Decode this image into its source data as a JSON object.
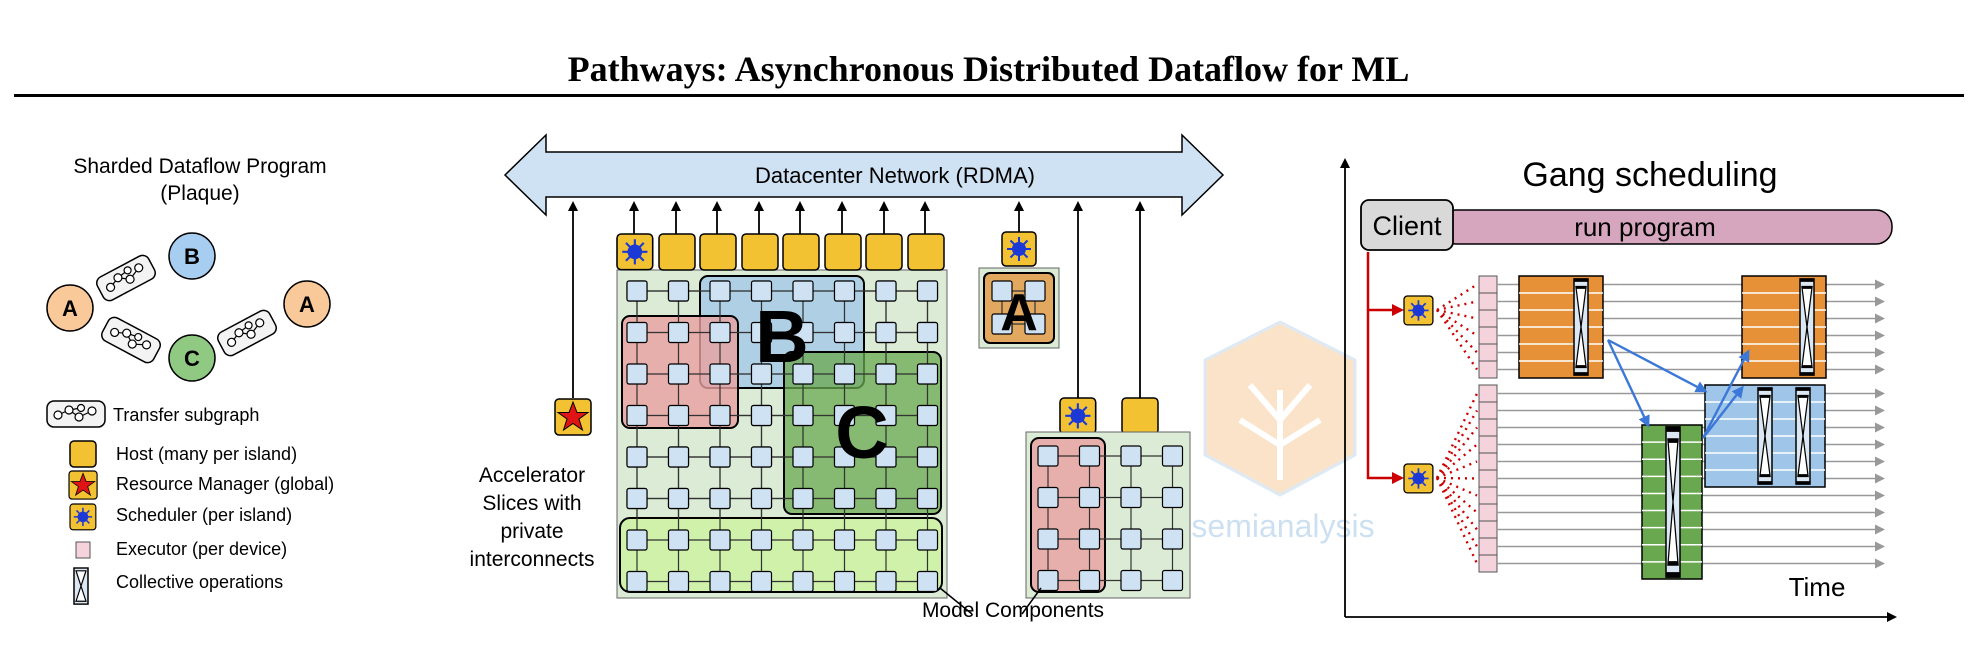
{
  "title": "Pathways: Asynchronous Distributed Dataflow for ML",
  "left_panel": {
    "heading_line1": "Sharded Dataflow Program",
    "heading_line2": "(Plaque)",
    "nodes": [
      "A",
      "B",
      "C",
      "A"
    ],
    "legend": [
      {
        "icon": "transfer-subgraph-icon",
        "label": "Transfer subgraph"
      },
      {
        "icon": "host-icon",
        "label": "Host (many per island)"
      },
      {
        "icon": "resource-manager-star-icon",
        "label": "Resource Manager (global)"
      },
      {
        "icon": "scheduler-icon",
        "label": "Scheduler (per island)"
      },
      {
        "icon": "executor-icon",
        "label": "Executor (per device)"
      },
      {
        "icon": "collective-operations-icon",
        "label": "Collective operations"
      }
    ]
  },
  "middle_panel": {
    "network_label": "Datacenter Network (RDMA)",
    "accelerator_label": [
      "Accelerator",
      "Slices with",
      "private",
      "interconnects"
    ],
    "components_label": "Model Components",
    "component_letters": [
      "B",
      "C",
      "A"
    ]
  },
  "right_panel": {
    "title": "Gang scheduling",
    "client_label": "Client",
    "run_program_label": "run program",
    "time_label": "Time"
  },
  "watermark": "semianalysis",
  "colors": {
    "node_a": "#f9c99a",
    "node_b": "#a7cdf1",
    "node_c": "#8fc982",
    "host": "#f2c233",
    "network": "#cfe2f3",
    "red_component": "#e8a0a0",
    "blue_component": "#9fc6e8",
    "green_component": "#6aa84f",
    "lime_component": "#cdf2a4",
    "run_program": "#d5a6bd",
    "orange_block": "#e69138",
    "executor": "#f4d3dc"
  }
}
